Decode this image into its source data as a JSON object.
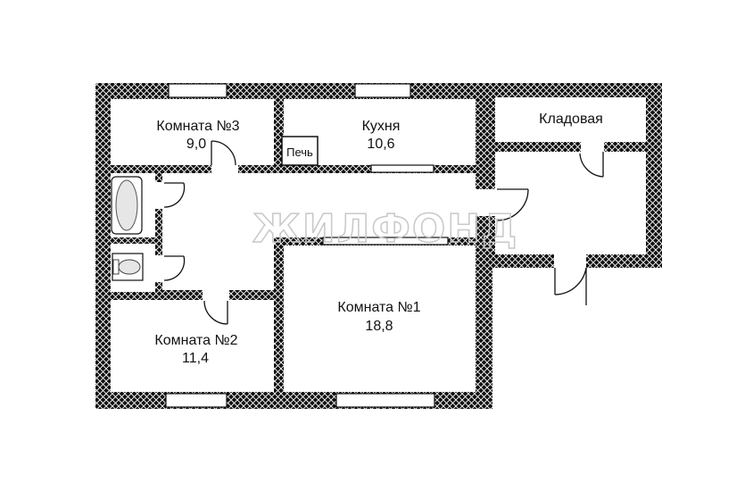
{
  "rooms": {
    "room3": {
      "name": "Комната №3",
      "area": "9,0"
    },
    "kitchen": {
      "name": "Кухня",
      "area": "10,6"
    },
    "pantry": {
      "name": "Кладовая"
    },
    "room1": {
      "name": "Комната №1",
      "area": "18,8"
    },
    "room2": {
      "name": "Комната №2",
      "area": "11,4"
    }
  },
  "stove_label": "Печь",
  "watermark": "ЖИЛФОНД",
  "colors": {
    "wall": "#111111",
    "background": "#ffffff"
  }
}
